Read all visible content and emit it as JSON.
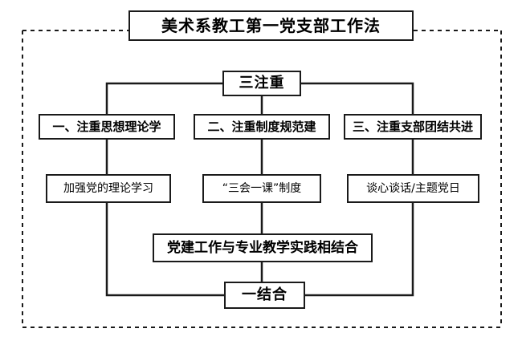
{
  "diagram": {
    "type": "organizational-flowchart",
    "language": "zh-CN",
    "title": "美术系教工第一党支部工作法",
    "colors": {
      "background": "#ffffff",
      "box_border": "#1a1a1a",
      "connector": "#1a1a1a",
      "outer_dashed_border": "#1a1a1a",
      "text": "#000000"
    },
    "nodes": {
      "title": "美术系教工第一党支部工作法",
      "three_focus": "三注重",
      "focus_1": "一、注重思想理论学",
      "focus_2": "二、注重制度规范建",
      "focus_3": "三、注重支部团结共进",
      "action_1": "加强党的理论学习",
      "action_2": "“三会一课”制度",
      "action_3": "谈心谈话/主题党日",
      "integration_detail": "党建工作与专业教学实践相结合",
      "one_integration": "一结合"
    }
  }
}
